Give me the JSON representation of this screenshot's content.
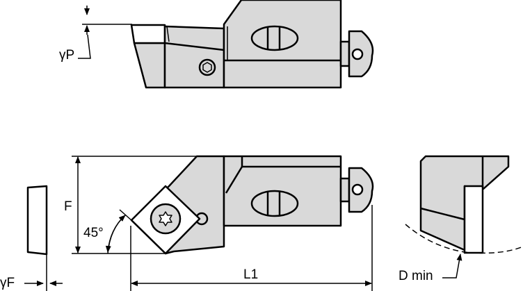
{
  "labels": {
    "gamma_p": "γP",
    "gamma_f": "γF",
    "f": "F",
    "angle": "45°",
    "l1": "L1",
    "d_min": "D min"
  },
  "colors": {
    "body_fill": "#d9d9d9",
    "line": "#000000"
  }
}
